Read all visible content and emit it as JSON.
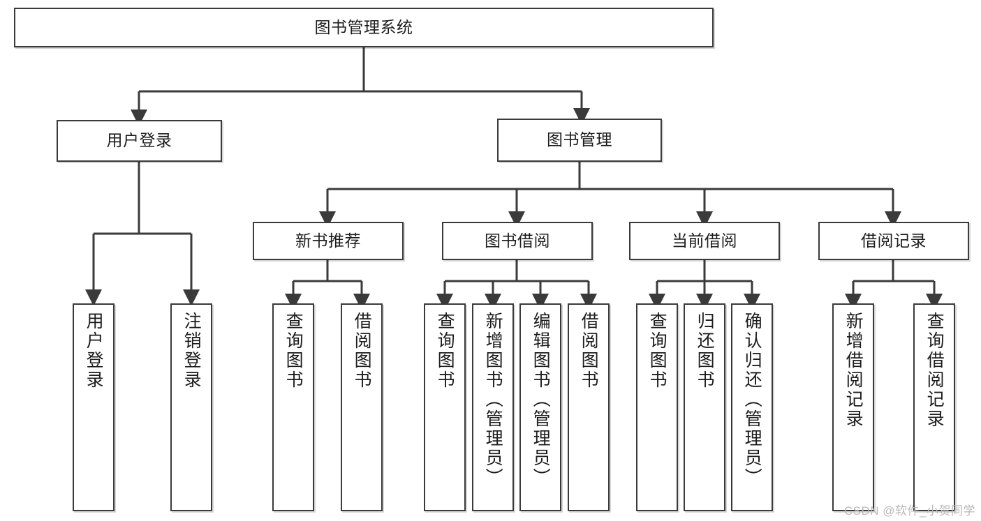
{
  "diagram": {
    "title": "图书管理系统",
    "type": "tree-hierarchy",
    "watermark": "CSDN @软件_小贺同学",
    "colors": {
      "box_border": "#3a3a3a",
      "box_fill": "#ffffff",
      "edge": "#3a3a3a",
      "text": "#1c1c1c",
      "watermark": "#b9b9b9"
    }
  },
  "nodes": {
    "root": {
      "label": "图书管理系统"
    },
    "level2": [
      {
        "label": "用户登录"
      },
      {
        "label": "图书管理"
      }
    ],
    "level3": [
      {
        "label": "新书推荐"
      },
      {
        "label": "图书借阅"
      },
      {
        "label": "当前借阅"
      },
      {
        "label": "借阅记录"
      }
    ],
    "leaves": {
      "user_login": [
        {
          "label": "用户登录"
        },
        {
          "label": "注销登录"
        }
      ],
      "new_book_recommend": [
        {
          "label": "查询图书"
        },
        {
          "label": "借阅图书"
        }
      ],
      "book_borrow": [
        {
          "label": "查询图书"
        },
        {
          "label": "新增图书（管理员）"
        },
        {
          "label": "编辑图书（管理员）"
        },
        {
          "label": "借阅图书"
        }
      ],
      "current_borrow": [
        {
          "label": "查询图书"
        },
        {
          "label": "归还图书"
        },
        {
          "label": "确认归还（管理员）"
        }
      ],
      "borrow_record": [
        {
          "label": "新增借阅记录"
        },
        {
          "label": "查询借阅记录"
        }
      ]
    }
  }
}
